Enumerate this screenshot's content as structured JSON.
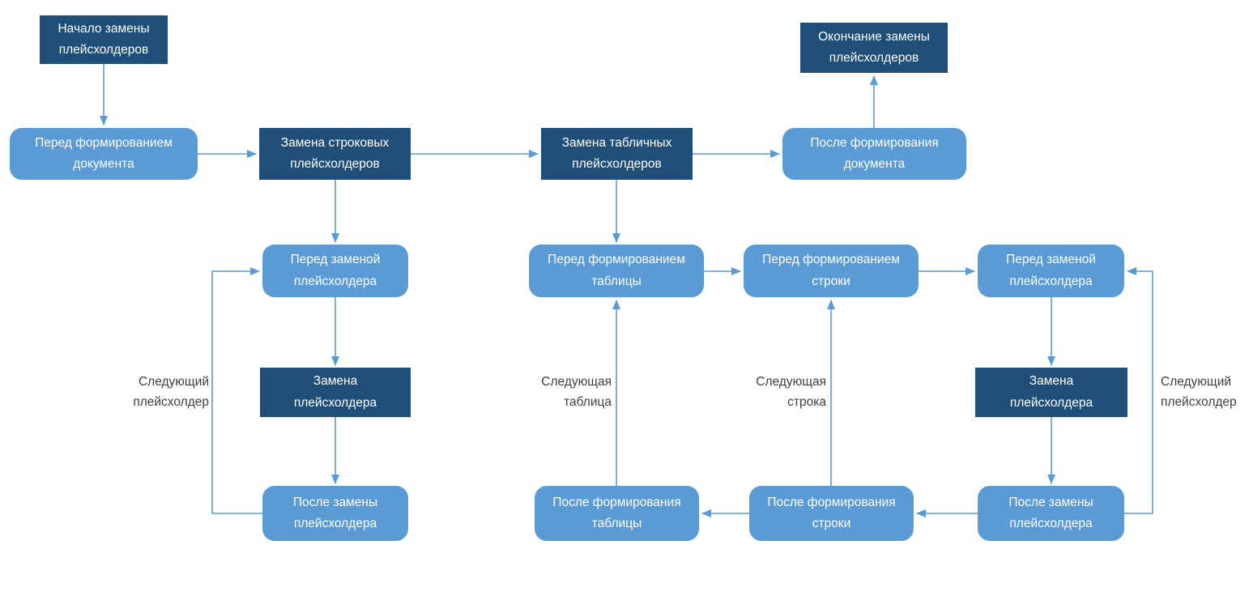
{
  "diagram": {
    "type": "flowchart",
    "language": "ru",
    "colors": {
      "dark_node_fill": "#1F4E79",
      "light_node_fill": "#5B9BD5",
      "node_text": "#FFFFFF",
      "connector": "#5B9BD5",
      "edge_label_text": "#3F3F3F",
      "background": "#FFFFFF"
    },
    "nodes": {
      "start": "Начало замены\nплейсхолдеров",
      "end": "Окончание замены\nплейсхолдеров",
      "before_document": "Перед формированием\nдокумента",
      "replace_string": "Замена строковых\nплейсхолдеров",
      "replace_tabular": "Замена табличных\nплейсхолдеров",
      "after_document": "После формирования\nдокумента",
      "before_placeholder_left": "Перед заменой\nплейсхолдера",
      "before_table": "Перед формированием\nтаблицы",
      "before_row": "Перед формированием\nстроки",
      "before_placeholder_right": "Перед заменой\nплейсхолдера",
      "replace_placeholder_left": "Замена\nплейсхолдера",
      "replace_placeholder_right": "Замена\nплейсхолдера",
      "after_placeholder_left": "После замены\nплейсхолдера",
      "after_table": "После формирования\nтаблицы",
      "after_row": "После формирования\nстроки",
      "after_placeholder_right": "После замены\nплейсхолдера"
    },
    "edge_labels": {
      "next_placeholder_left": "Следующий\nплейсхолдер",
      "next_table": "Следующая\nтаблица",
      "next_row": "Следующая\nстрока",
      "next_placeholder_right": "Следующий\nплейсхолдер"
    },
    "edges": [
      {
        "from": "start",
        "to": "before_document"
      },
      {
        "from": "before_document",
        "to": "replace_string"
      },
      {
        "from": "replace_string",
        "to": "replace_tabular"
      },
      {
        "from": "replace_tabular",
        "to": "after_document"
      },
      {
        "from": "after_document",
        "to": "end"
      },
      {
        "from": "replace_string",
        "to": "before_placeholder_left"
      },
      {
        "from": "replace_tabular",
        "to": "before_table"
      },
      {
        "from": "before_placeholder_left",
        "to": "replace_placeholder_left"
      },
      {
        "from": "replace_placeholder_left",
        "to": "after_placeholder_left"
      },
      {
        "from": "after_placeholder_left",
        "to": "before_placeholder_left",
        "label": "next_placeholder_left"
      },
      {
        "from": "before_table",
        "to": "before_row"
      },
      {
        "from": "before_row",
        "to": "before_placeholder_right"
      },
      {
        "from": "before_placeholder_right",
        "to": "replace_placeholder_right"
      },
      {
        "from": "replace_placeholder_right",
        "to": "after_placeholder_right"
      },
      {
        "from": "after_placeholder_right",
        "to": "before_placeholder_right",
        "label": "next_placeholder_right"
      },
      {
        "from": "after_placeholder_right",
        "to": "after_row"
      },
      {
        "from": "after_row",
        "to": "after_table"
      },
      {
        "from": "after_table",
        "to": "before_table",
        "label": "next_table"
      },
      {
        "from": "after_row",
        "to": "before_row",
        "label": "next_row"
      }
    ]
  }
}
